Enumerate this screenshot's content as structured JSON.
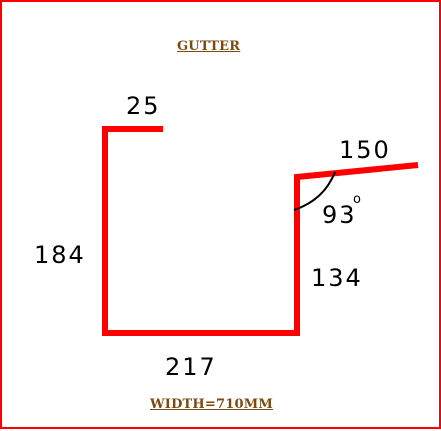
{
  "title": "GUTTER",
  "footer": "WIDTH=710MM",
  "dimensions": {
    "top_lip": "25",
    "left_side": "184",
    "bottom": "217",
    "right_side": "134",
    "flange": "150"
  },
  "angle": {
    "value": "93",
    "degree_mark": "o"
  },
  "colors": {
    "border": "#ff0000",
    "profile": "#ff0000",
    "heading": "#7a4a10",
    "dimension_text": "#000000"
  }
}
